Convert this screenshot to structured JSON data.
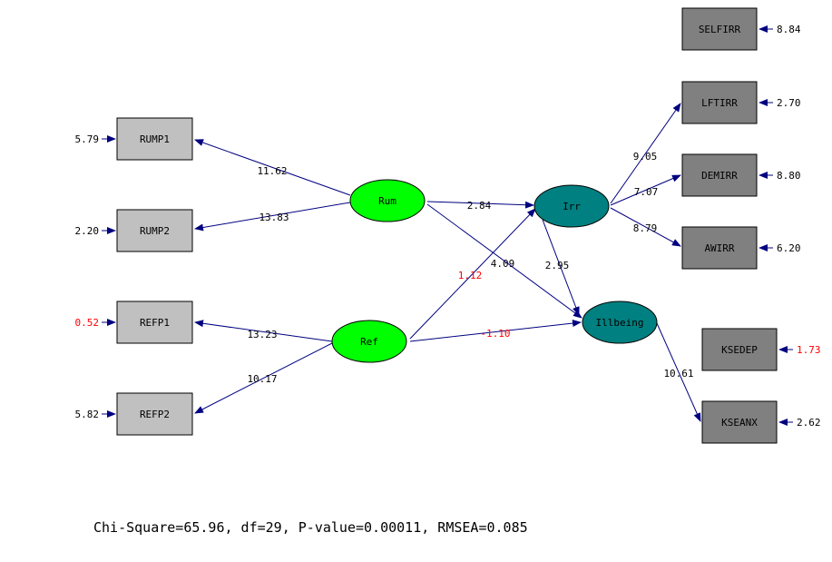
{
  "colors": {
    "line": "#000080",
    "arrow": "#000080",
    "light_box": "#c0c0c0",
    "dark_box": "#808080",
    "latent_green": "#00ff00",
    "latent_teal": "#008080",
    "text": "#000000",
    "negative": "#ff0000"
  },
  "observed": [
    {
      "id": "SELFIRR",
      "label": "SELFIRR",
      "shade": "dark",
      "error": "8.84",
      "error_red": false
    },
    {
      "id": "LFTIRR",
      "label": "LFTIRR",
      "shade": "dark",
      "error": "2.70",
      "error_red": false
    },
    {
      "id": "DEMIRR",
      "label": "DEMIRR",
      "shade": "dark",
      "error": "8.80",
      "error_red": false
    },
    {
      "id": "AWIRR",
      "label": "AWIRR",
      "shade": "dark",
      "error": "6.20",
      "error_red": false
    },
    {
      "id": "KSEDEP",
      "label": "KSEDEP",
      "shade": "dark",
      "error": "1.73",
      "error_red": true
    },
    {
      "id": "KSEANX",
      "label": "KSEANX",
      "shade": "dark",
      "error": "2.62",
      "error_red": false
    },
    {
      "id": "RUMP1",
      "label": "RUMP1",
      "shade": "light",
      "error": "5.79",
      "error_red": false
    },
    {
      "id": "RUMP2",
      "label": "RUMP2",
      "shade": "light",
      "error": "2.20",
      "error_red": false
    },
    {
      "id": "REFP1",
      "label": "REFP1",
      "shade": "light",
      "error": "0.52",
      "error_red": true
    },
    {
      "id": "REFP2",
      "label": "REFP2",
      "shade": "light",
      "error": "5.82",
      "error_red": false
    }
  ],
  "latent": [
    {
      "id": "Rum",
      "label": "Rum",
      "color": "green"
    },
    {
      "id": "Ref",
      "label": "Ref",
      "color": "green"
    },
    {
      "id": "Irr",
      "label": "Irr",
      "color": "teal"
    },
    {
      "id": "Illbeing",
      "label": "Illbeing",
      "color": "teal"
    }
  ],
  "paths": [
    {
      "from": "Rum",
      "to": "RUMP1",
      "value": "11.62",
      "red": false
    },
    {
      "from": "Rum",
      "to": "RUMP2",
      "value": "13.83",
      "red": false
    },
    {
      "from": "Ref",
      "to": "REFP1",
      "value": "13.23",
      "red": false
    },
    {
      "from": "Ref",
      "to": "REFP2",
      "value": "10.17",
      "red": false
    },
    {
      "from": "Rum",
      "to": "Irr",
      "value": "2.84",
      "red": false
    },
    {
      "from": "Rum",
      "to": "Illbeing",
      "value": "4.09",
      "red": false
    },
    {
      "from": "Ref",
      "to": "Irr",
      "value": "1.12",
      "red": true
    },
    {
      "from": "Ref",
      "to": "Illbeing",
      "value": "-1.10",
      "red": true
    },
    {
      "from": "Irr",
      "to": "Illbeing",
      "value": "2.95",
      "red": false
    },
    {
      "from": "Irr",
      "to": "LFTIRR",
      "value": "9.05",
      "red": false
    },
    {
      "from": "Irr",
      "to": "DEMIRR",
      "value": "7.07",
      "red": false
    },
    {
      "from": "Irr",
      "to": "AWIRR",
      "value": "8.79",
      "red": false
    },
    {
      "from": "Illbeing",
      "to": "KSEANX",
      "value": "10.61",
      "red": false
    }
  ],
  "footer": "Chi-Square=65.96, df=29, P-value=0.00011, RMSEA=0.085"
}
